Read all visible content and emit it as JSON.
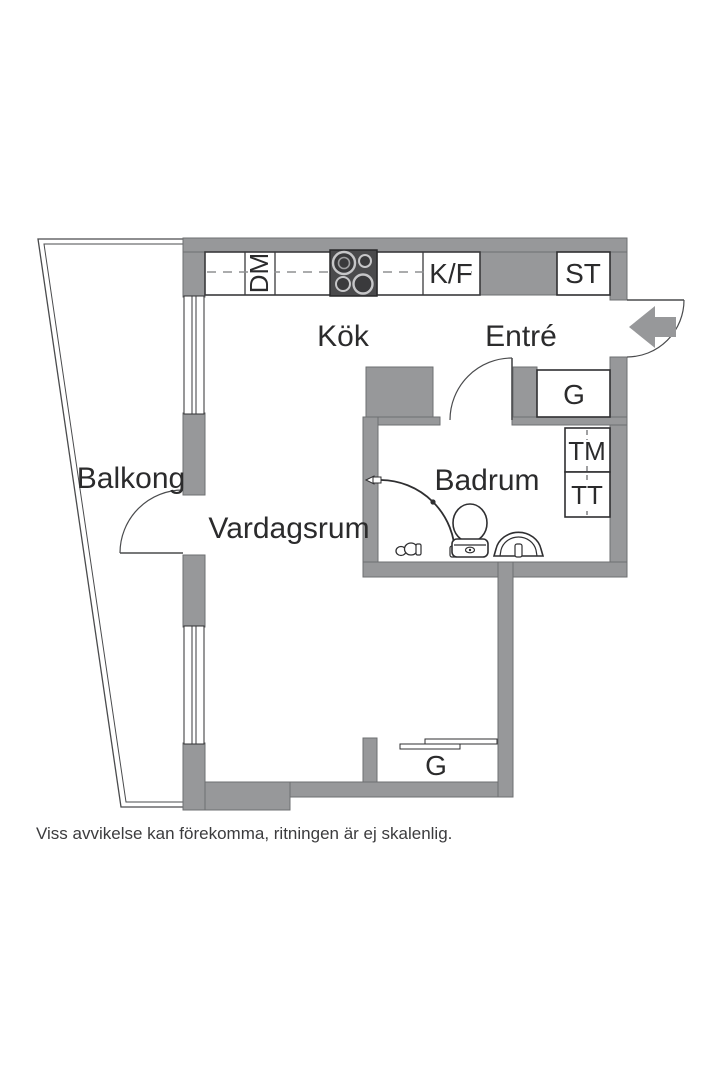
{
  "plan": {
    "rooms": {
      "kitchen": "Kök",
      "entry": "Entré",
      "balcony": "Balkong",
      "living_room": "Vardagsrum",
      "bathroom": "Badrum"
    },
    "appliances": {
      "dishwasher": "DM",
      "fridge_freezer": "K/F",
      "top_closet": "ST",
      "entry_wardrobe": "G",
      "washing_machine": "TM",
      "tumble_dryer": "TT",
      "bottom_wardrobe": "G"
    },
    "footer": {
      "disclaimer": "Viss avvikelse kan förekomma, ritningen är ej skalenlig."
    },
    "colors": {
      "wall": "#97989a",
      "outline": "#2f2f31",
      "background": "#ffffff",
      "text": "#2b2b2c"
    }
  }
}
